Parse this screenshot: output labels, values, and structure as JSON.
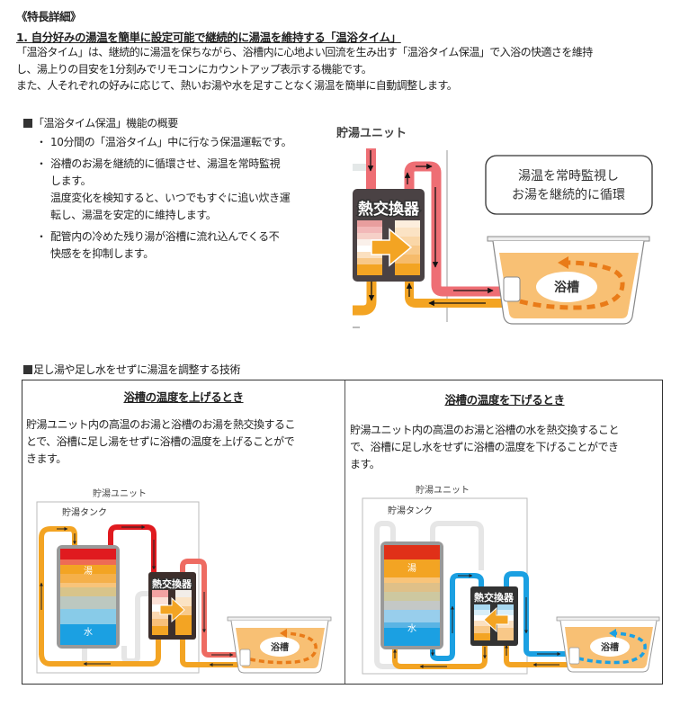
{
  "section_label": "《特長詳細》",
  "feature": {
    "heading": "1. 自分好みの湯温を簡単に設定可能で継続的に湯温を維持する「温浴タイム」",
    "intro_lines": [
      "「温浴タイム」は、継続的に湯温を保ちながら、浴槽内に心地よい回流を生み出す「温浴タイム保温」で入浴の快適さを維持",
      "し、湯上りの目安を1分刻みでリモコンにカウントアップ表示する機能です。",
      "また、人それぞれの好みに応じて、熱いお湯や水を足すことなく湯温を簡単に自動調整します。"
    ]
  },
  "overview": {
    "title": "「温浴タイム保温」機能の概要",
    "bullet_mark": "・",
    "bullets": [
      {
        "lines": [
          "10分間の「温浴タイム」中に行なう保温運転です。"
        ]
      },
      {
        "lines": [
          "浴槽のお湯を継続的に循環させ、湯温を常時監視",
          "します。",
          "温度変化を検知すると、いつでもすぐに追い炊き運",
          "転し、湯温を安定的に維持します。"
        ]
      },
      {
        "lines": [
          "配管内の冷めた残り湯が浴槽に流れ込んでくる不",
          "快感をを抑制します。"
        ]
      }
    ]
  },
  "diagram_top": {
    "unit_label": "貯湯ユニット",
    "exchanger_label": "熱交換器",
    "callout_lines": [
      "湯温を常時監視し",
      "お湯を継続的に循環"
    ],
    "tub_label": "浴槽"
  },
  "technique": {
    "title": "足し湯や足し水をせずに湯温を調整する技術",
    "columns": [
      {
        "title": "浴槽の温度を上げるとき",
        "lines": [
          "貯湯ユニット内の高温のお湯と浴槽のお湯を熱交換するこ",
          "とで、浴槽に足し湯をせずに浴槽の温度を上げることがで",
          "きます。"
        ],
        "diagram": {
          "unit_label": "貯湯ユニット",
          "tank_label": "貯湯タンク",
          "hot_label": "湯",
          "cold_label": "水",
          "exchanger_label": "熱交換器",
          "tub_label": "浴槽",
          "mode": "heat",
          "pipe_color": "#ee6b62"
        }
      },
      {
        "title": "浴槽の温度を下げるとき",
        "lines": [
          "貯湯ユニット内の高温のお湯と浴槽の水を熱交換すること",
          "で、浴槽に足し水をせずに浴槽の温度を下げることができ",
          "ます。"
        ],
        "diagram": {
          "unit_label": "貯湯ユニット",
          "tank_label": "貯湯タンク",
          "hot_label": "湯",
          "cold_label": "水",
          "exchanger_label": "熱交換器",
          "tub_label": "浴槽",
          "mode": "cool",
          "pipe_color": "#1ba0e2"
        }
      }
    ]
  },
  "colors": {
    "hot_pipe": "#ee6e74",
    "warm_pipe": "#f3a423",
    "red_pipe": "#e01a1f",
    "blue_pipe": "#1ba0e2",
    "tub_water": "#f8c074",
    "swirl": "#e97b18",
    "exchanger_body": "#4a4244"
  }
}
